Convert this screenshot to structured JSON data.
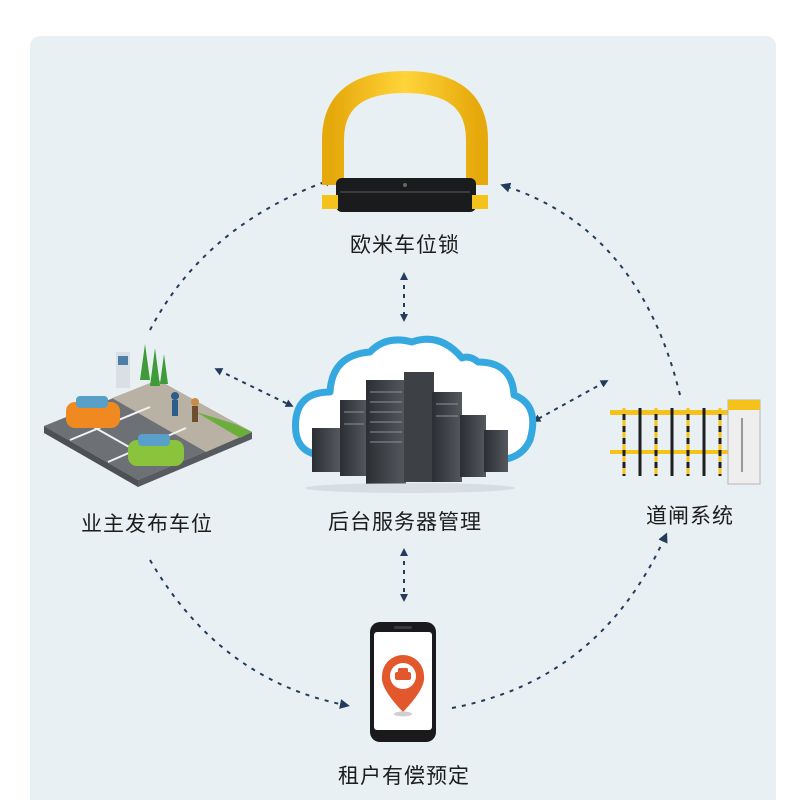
{
  "nodes": {
    "lock": {
      "label": "欧米车位锁",
      "icon": "parking-lock-icon"
    },
    "owner": {
      "label": "业主发布车位",
      "icon": "parking-lot-icon"
    },
    "server": {
      "label": "后台服务器管理",
      "icon": "cloud-server-icon"
    },
    "gate": {
      "label": "道闸系统",
      "icon": "barrier-gate-icon"
    },
    "phone": {
      "label": "租户有偿预定",
      "icon": "smartphone-icon"
    }
  },
  "colors": {
    "arrow": "#243c5c",
    "cloud": "#35a8e0",
    "lock_yellow": "#f4c21a",
    "pin": "#e2572b"
  }
}
